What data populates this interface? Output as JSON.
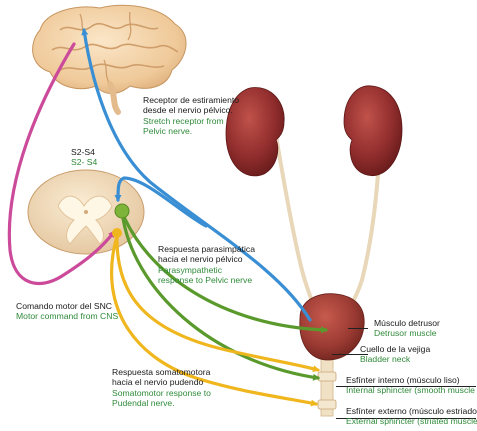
{
  "labels": {
    "stretch": {
      "es_1": "Receptor de estiramiento",
      "es_2": "desde el nervio pélvico.",
      "en_1": "Stretch receptor from",
      "en_2": "Pelvic nerve."
    },
    "segment": {
      "es": "S2-S4",
      "en": "S2- S4"
    },
    "parasympathetic": {
      "es_1": "Respuesta parasimpática",
      "es_2": "hacia el nervio pélvico",
      "en_1": "Parasympathetic",
      "en_2": "response to Pelvic nerve"
    },
    "motor": {
      "es": "Comando motor del SNC",
      "en": "Motor command from CNS"
    },
    "somatomotor": {
      "es_1": "Respuesta somatomotora",
      "es_2": "hacia el nervio pudendo",
      "en_1": "Somatomotor response  to",
      "en_2": "Pudendal nerve."
    },
    "detrusor": {
      "es": "Músculo detrusor",
      "en": "Detrusor muscle"
    },
    "bladder_neck": {
      "es": "Cuello de la vejiga",
      "en": "Bladder neck"
    },
    "internal_sphincter": {
      "es": "Esfínter interno (músculo liso)",
      "en": "Internal sphincter (smooth muscle"
    },
    "external_sphincter": {
      "es": "Esfínter externo (músculo estriado",
      "en": "External sphincter (striated muscle"
    }
  },
  "colors": {
    "spanish_text": "#1a1a1a",
    "english_text": "#2f8a3a",
    "sensory_pathway": "#3a8fd4",
    "motor_pathway": "#cc4a9a",
    "parasympathetic_pathway": "#5a9a2c",
    "somatomotor_pathway": "#f0b61e",
    "brain": "#f1cfa5",
    "spinal_cord": "#f0dcbc",
    "kidney": "#8f2c2c",
    "bladder": "#9a3a32",
    "ureter": "#e9d7b9"
  },
  "icons": [
    "brain-illustration",
    "spinal-cord-section",
    "kidney-illustration",
    "bladder-illustration"
  ]
}
